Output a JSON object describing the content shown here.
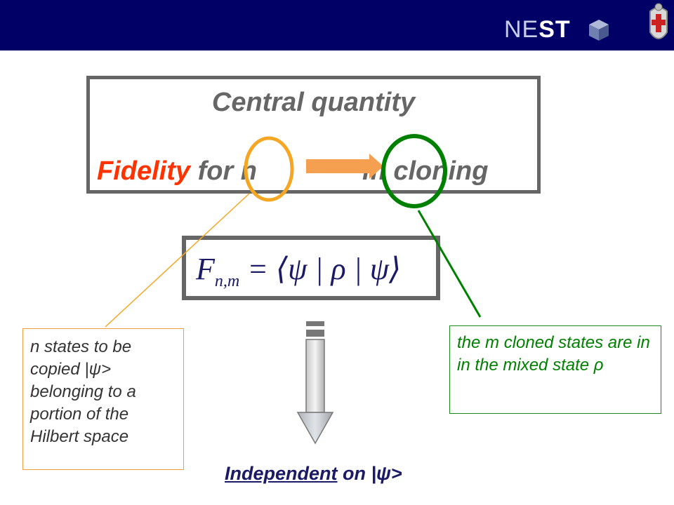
{
  "header": {
    "logo_text_a": "NE",
    "logo_text_b": "ST",
    "crest_name": "university-crest"
  },
  "title": {
    "line1": "Central quantity",
    "line2_highlight": "Fidelity",
    "line2_left": " for n",
    "line2_right": "m cloning"
  },
  "formula": {
    "lhs": "F",
    "subscript": "n,m",
    "rhs": " = ⟨ψ | ρ | ψ⟩"
  },
  "notes": {
    "left": "n  states to be copied  |ψ> belonging to a portion of the Hilbert space",
    "right": "the m cloned states are in in the mixed state ρ"
  },
  "bottom": {
    "underlined": "Independent",
    "rest": " on |ψ>"
  },
  "colors": {
    "header_bg": "#000066",
    "accent_red": "#ff3300",
    "orange": "#f5a623",
    "green": "#008000",
    "box_border": "#666666",
    "text_blue": "#1a1a66"
  }
}
